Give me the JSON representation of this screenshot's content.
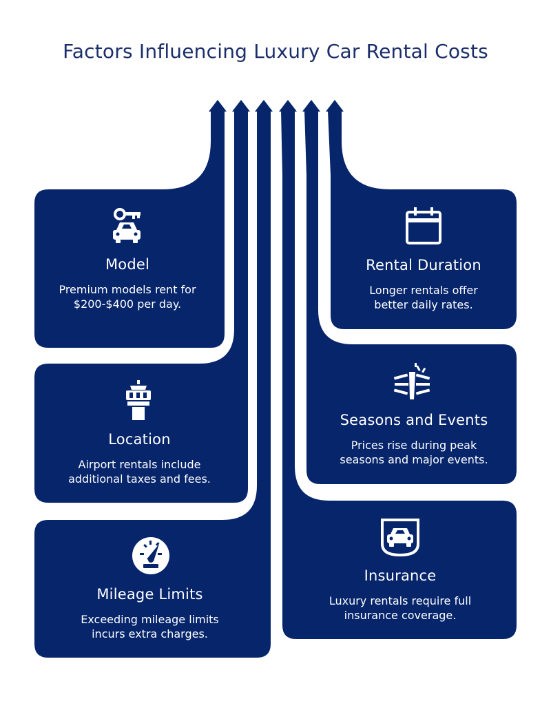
{
  "title": "Factors Influencing Luxury Car Rental Costs",
  "colors": {
    "primary": "#06256b",
    "background": "#ffffff",
    "text": "#ffffff",
    "title": "#1b2e6b"
  },
  "factors": [
    {
      "key": "model",
      "icon": "car-key-icon",
      "heading": "Model",
      "description": "Premium models rent for $200-$400 per day."
    },
    {
      "key": "location",
      "icon": "control-tower-icon",
      "heading": "Location",
      "description": "Airport rentals include additional taxes and fees."
    },
    {
      "key": "mileage",
      "icon": "speedometer-icon",
      "heading": "Mileage Limits",
      "description": "Exceeding mileage limits incurs extra charges."
    },
    {
      "key": "duration",
      "icon": "calendar-icon",
      "heading": "Rental Duration",
      "description": "Longer rentals offer better daily rates."
    },
    {
      "key": "seasons",
      "icon": "confetti-icon",
      "heading": "Seasons and Events",
      "description": "Prices rise during peak seasons and major events."
    },
    {
      "key": "insurance",
      "icon": "car-shield-icon",
      "heading": "Insurance",
      "description": "Luxury rentals require full insurance coverage."
    }
  ]
}
